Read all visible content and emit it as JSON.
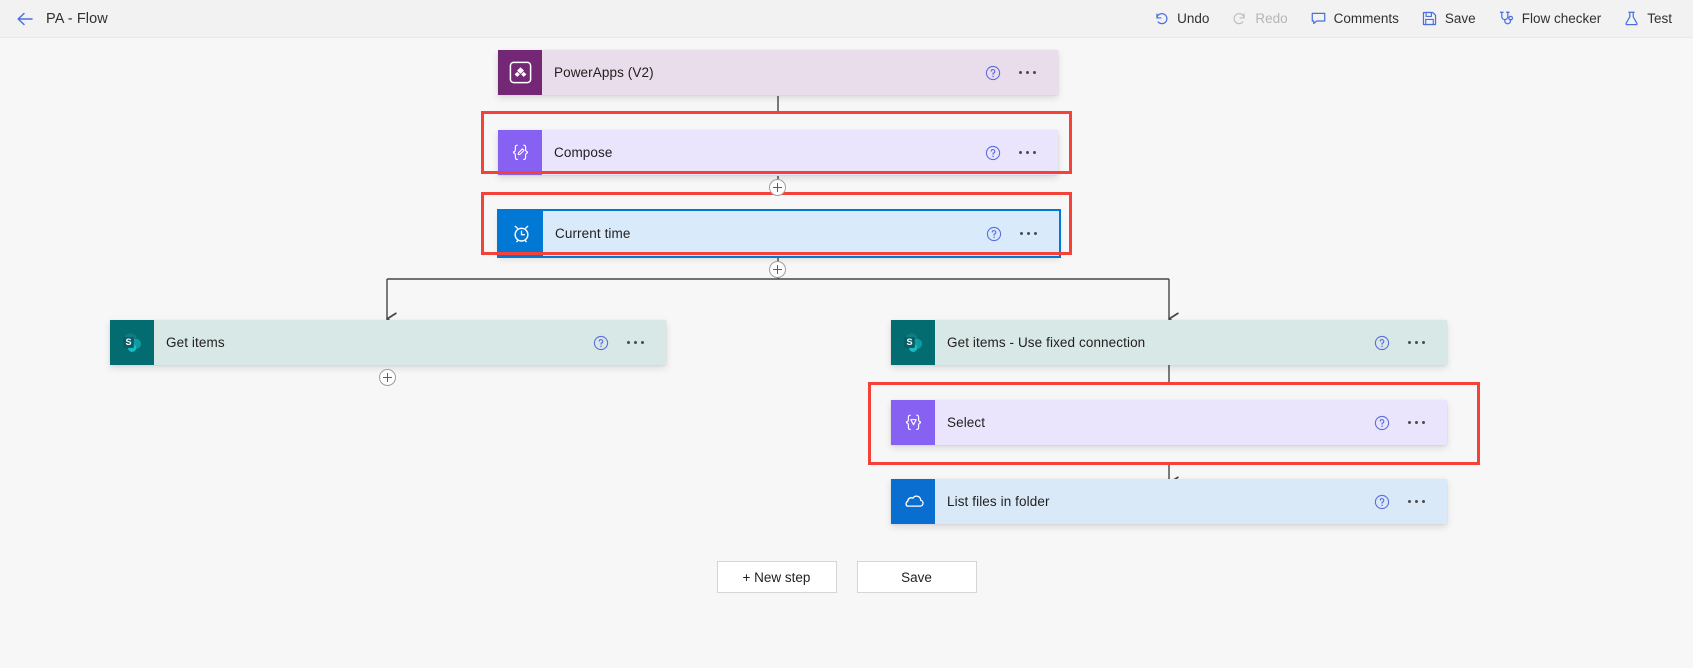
{
  "header": {
    "back_icon": "arrow-left-icon",
    "title": "PA - Flow",
    "toolbar": [
      {
        "label": "Undo",
        "icon": "undo-icon",
        "disabled": false
      },
      {
        "label": "Redo",
        "icon": "redo-icon",
        "disabled": true
      },
      {
        "label": "Comments",
        "icon": "comment-icon",
        "disabled": false
      },
      {
        "label": "Save",
        "icon": "save-icon",
        "disabled": false
      },
      {
        "label": "Flow checker",
        "icon": "stethoscope-icon",
        "disabled": false
      },
      {
        "label": "Test",
        "icon": "flask-icon",
        "disabled": false
      }
    ]
  },
  "flow": {
    "nodes": [
      {
        "id": "powerapps",
        "title": "PowerApps (V2)",
        "icon": "powerapps-icon",
        "variant": "v-powerapps",
        "highlighted": false,
        "selected": false
      },
      {
        "id": "compose",
        "title": "Compose",
        "icon": "compose-icon",
        "variant": "v-compose",
        "highlighted": true,
        "selected": false
      },
      {
        "id": "current-time",
        "title": "Current time",
        "icon": "clock-icon",
        "variant": "v-time",
        "highlighted": true,
        "selected": true
      },
      {
        "id": "get-items",
        "title": "Get items",
        "icon": "sharepoint-icon",
        "variant": "v-sharepoint",
        "highlighted": false,
        "selected": false
      },
      {
        "id": "get-items-fixed",
        "title": "Get items - Use fixed connection",
        "icon": "sharepoint-icon",
        "variant": "v-sharepoint",
        "highlighted": false,
        "selected": false
      },
      {
        "id": "select",
        "title": "Select",
        "icon": "select-icon",
        "variant": "v-compose",
        "highlighted": true,
        "selected": false
      },
      {
        "id": "list-files",
        "title": "List files in folder",
        "icon": "onedrive-icon",
        "variant": "v-onedrive",
        "highlighted": false,
        "selected": false
      }
    ],
    "card_action_icons": {
      "help": "help-circle-icon",
      "more": "more-options-icon"
    },
    "add_step_icon": "plus-circle-icon"
  },
  "bottom": {
    "new_step_label": "+ New step",
    "save_label": "Save"
  },
  "colors": {
    "accent": "#0078d4",
    "highlight_box": "#f4423a",
    "powerapps": "#742774",
    "compose": "#8661f2",
    "sharepoint": "#036c70",
    "onedrive": "#0a6ed1",
    "canvas_bg": "#f7f7f7",
    "header_bg": "#f2f2f2"
  }
}
